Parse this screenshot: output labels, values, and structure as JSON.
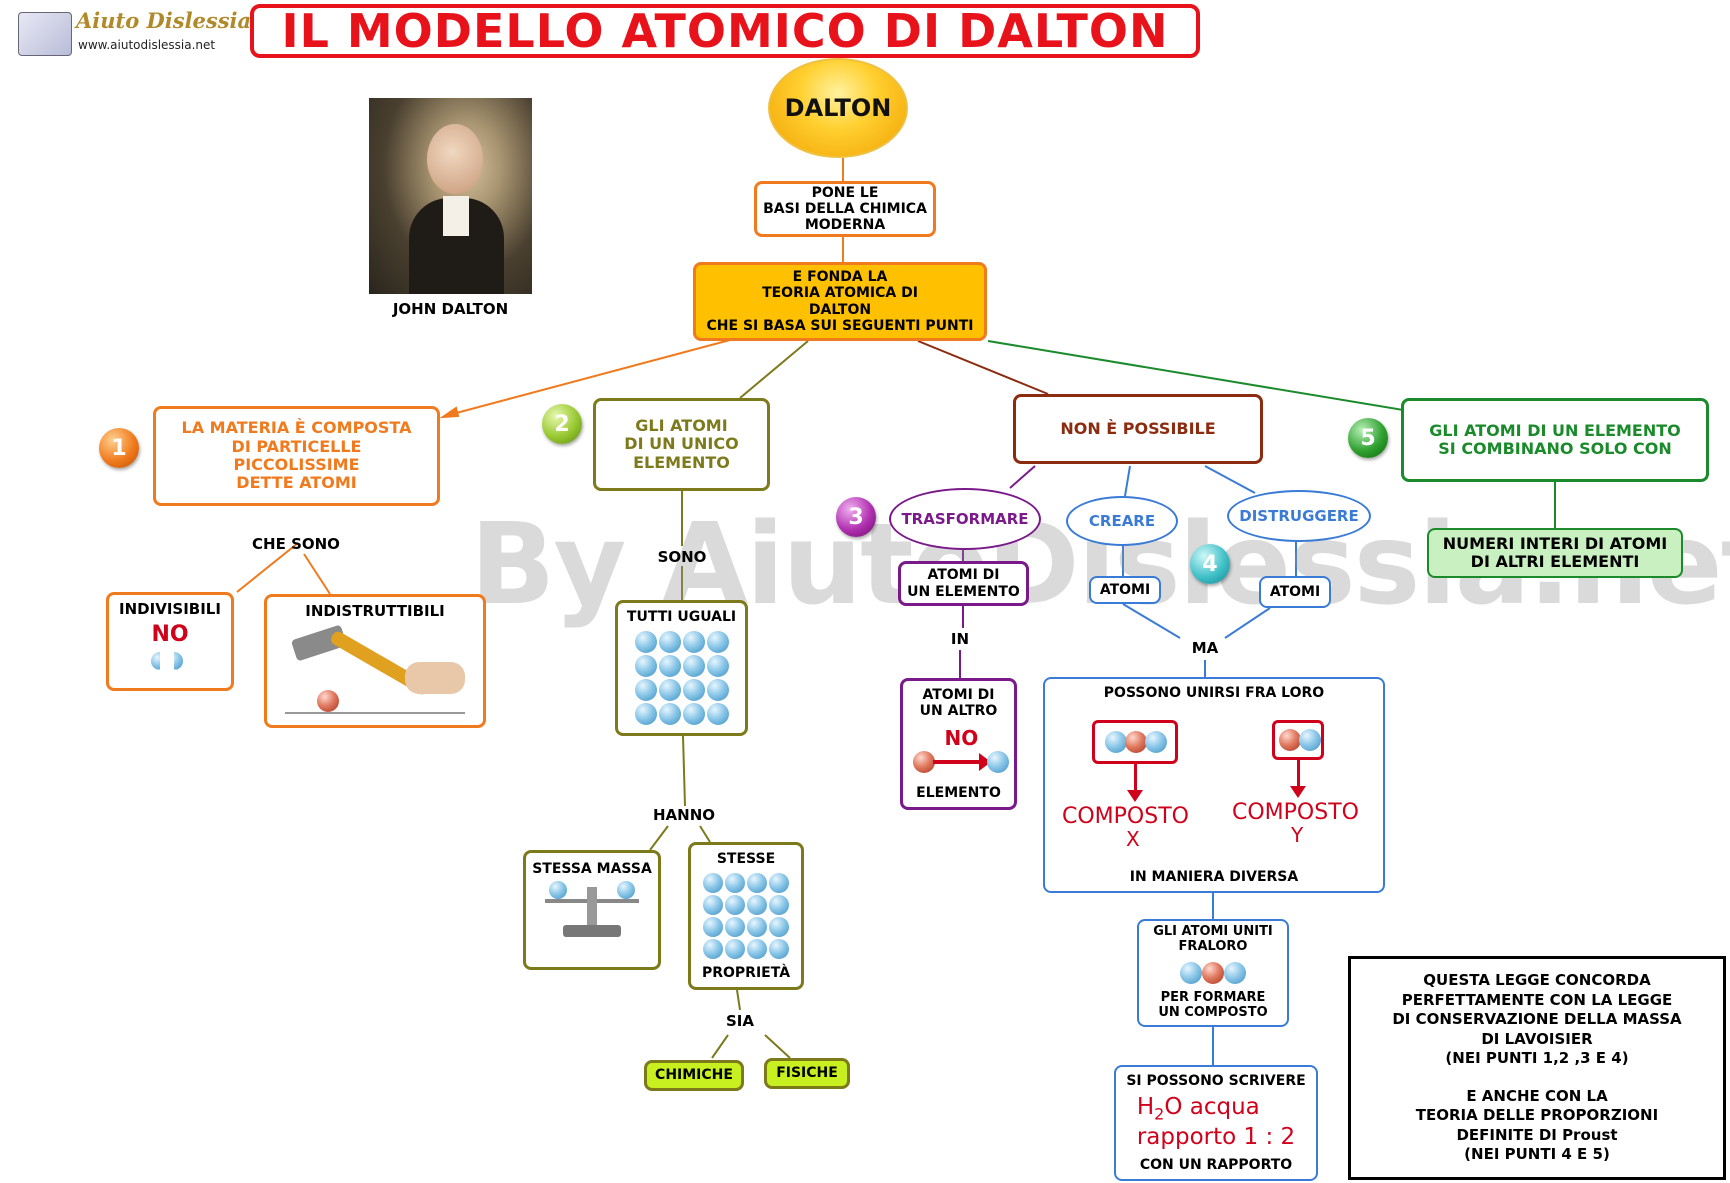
{
  "logo": {
    "name": "Aiuto Dislessia",
    "url": "www.aiutodislessia.net"
  },
  "title": "IL MODELLO ATOMICO DI DALTON",
  "watermark": "By AiutoDislessia.net",
  "dalton": "DALTON",
  "portrait_caption": "JOHN DALTON",
  "pone": [
    "PONE LE",
    "BASI DELLA CHIMICA",
    "MODERNA"
  ],
  "fonda": [
    "E FONDA LA",
    "TEORIA ATOMICA DI",
    "DALTON",
    "CHE SI BASA SUI SEGUENTI PUNTI"
  ],
  "p1": {
    "num": "1",
    "text": [
      "LA MATERIA È COMPOSTA",
      "DI PARTICELLE",
      "PICCOLISSIME",
      "DETTE ATOMI"
    ],
    "link": "CHE SONO",
    "indivisibili": "INDIVISIBILI",
    "no": "NO",
    "indistruttibili": "INDISTRUTTIBILI"
  },
  "p2": {
    "num": "2",
    "text": [
      "GLI ATOMI",
      "DI UN UNICO",
      "ELEMENTO"
    ],
    "sono": "SONO",
    "uguali": "TUTTI UGUALI",
    "hanno": "HANNO",
    "massa": "STESSA MASSA",
    "stesse": "STESSE",
    "proprieta": "PROPRIETÀ",
    "sia": "SIA",
    "chimiche": "CHIMICHE",
    "fisiche": "FISICHE"
  },
  "p3": {
    "num": "3",
    "non": "NON È POSSIBILE",
    "trasformare": "TRASFORMARE",
    "atomi_elem": [
      "ATOMI DI",
      "UN ELEMENTO"
    ],
    "in": "IN",
    "altro": [
      "ATOMI DI",
      "UN ALTRO"
    ],
    "no": "NO",
    "elemento": "ELEMENTO"
  },
  "p4": {
    "num": "4",
    "creare": "CREARE",
    "distruggere": "DISTRUGGERE",
    "atomi": "ATOMI",
    "ma": "MA",
    "possono": "POSSONO UNIRSI FRA LORO",
    "composto": "COMPOSTO",
    "x": "X",
    "y": "Y",
    "maniera": "IN MANIERA DIVERSA",
    "uniti": [
      "GLI ATOMI UNITI",
      "FRALORO"
    ],
    "formare": [
      "PER FORMARE",
      "UN COMPOSTO"
    ],
    "scrivere": "SI POSSONO SCRIVERE",
    "h": "H",
    "sub2": "2",
    "acqua": "O acqua",
    "rapporto": "rapporto 1 : 2",
    "con_rapporto": "CON UN RAPPORTO"
  },
  "p5": {
    "num": "5",
    "text": [
      "GLI ATOMI DI UN ELEMENTO",
      "SI COMBINANO SOLO CON"
    ],
    "numeri": [
      "NUMERI INTERI DI ATOMI",
      "DI ALTRI ELEMENTI"
    ]
  },
  "legge": [
    "QUESTA LEGGE CONCORDA",
    "PERFETTAMENTE CON LA LEGGE",
    "DI CONSERVAZIONE DELLA MASSA",
    "DI  LAVOISIER",
    "(NEI PUNTI 1,2 ,3 E 4)",
    "",
    "E ANCHE CON LA",
    "TEORIA DELLE PROPORZIONI",
    "DEFINITE DI Proust",
    "(NEI PUNTI 4 E 5)"
  ],
  "colors": {
    "title_red": "#e8121b",
    "orange": "#f07b1e",
    "olive": "#7d7a1c",
    "brown": "#8b2c10",
    "green": "#1a8a2a",
    "blue": "#3a7bd5",
    "purple": "#7a1a8a",
    "lime": "#c8f020",
    "gold": "#ffc000"
  }
}
